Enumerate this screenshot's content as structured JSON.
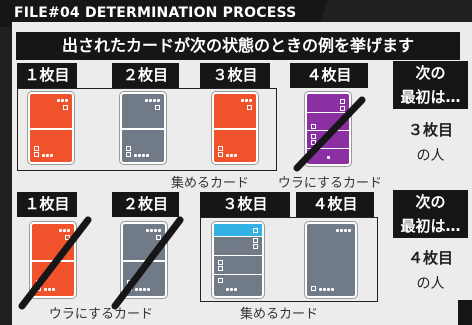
{
  "header": {
    "title": "FILE#04 DETERMINATION PROCESS"
  },
  "banner": {
    "text": "出されたカードが次の状態のときの例を挙げます"
  },
  "columns": [
    "１枚目",
    "２枚目",
    "３枚目",
    "４枚目"
  ],
  "row1": {
    "side_question": [
      "次の",
      "最初は…"
    ],
    "side_answer": {
      "value": "３枚目",
      "unit": "の人"
    },
    "captions": {
      "collect": "集めるカード",
      "flip": "ウラにするカード"
    }
  },
  "row2": {
    "side_question": [
      "次の",
      "最初は…"
    ],
    "side_answer": {
      "value": "４枚目",
      "unit": "の人"
    },
    "captions": {
      "flip": "ウラにするカード",
      "collect": "集めるカード"
    }
  },
  "colors": {
    "orange": "#f0532b",
    "gray": "#717a87",
    "purple": "#8b2fa3",
    "blue": "#33b2e6",
    "dark": "#161616",
    "panel": "#ececec"
  }
}
